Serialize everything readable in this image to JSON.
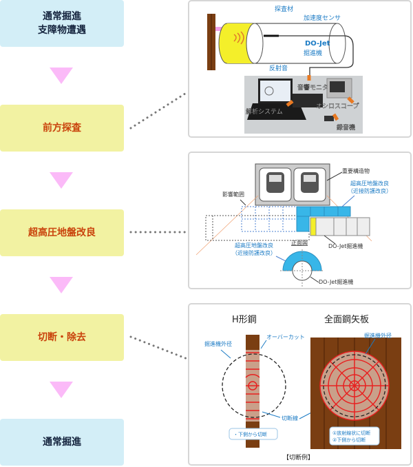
{
  "flow": {
    "steps": [
      {
        "line1": "通常掘進",
        "line2": "支障物遭遇",
        "style": "blue"
      },
      {
        "line1": "前方探査",
        "style": "yellow"
      },
      {
        "line1": "超高圧地盤改良",
        "style": "yellow"
      },
      {
        "line1": "切断・除去",
        "style": "yellow"
      },
      {
        "line1": "通常掘進",
        "style": "blue"
      }
    ],
    "colors": {
      "blue_box": "#d3eef7",
      "yellow_box": "#f2f2a2",
      "arrow": "#fbbaf8",
      "orange_text": "#c9430c",
      "navy_text": "#14233d"
    }
  },
  "panel_exploration": {
    "labels": {
      "probe_material": "探査材",
      "accel_sensor": "加速度センサ",
      "machine": "DO-Jet",
      "machine_sub": "掘進機",
      "reflected_sound": "反射音",
      "audio_monitor": "音響モニタ",
      "analysis_system": "解析システム",
      "oscilloscope": "オシロスコープ",
      "recorder": "録音機"
    }
  },
  "panel_ground_improvement": {
    "labels": {
      "important_structure": "重要構造物",
      "influence_range": "影響範囲",
      "improvement_right_1": "超高圧地盤改良",
      "improvement_right_2": "（近接防護改良）",
      "machine_right": "DO-Jet掘進機",
      "front_view": "正面図",
      "improvement_left_1": "超高圧地盤改良",
      "improvement_left_2": "（近接防護改良）",
      "machine_bottom": "DO-Jet掘進機"
    }
  },
  "panel_cutting": {
    "labels": {
      "h_beam_title": "H形鋼",
      "sheet_pile_title": "全面鋼矢板",
      "overcut": "オーバーカット",
      "machine_diameter_left": "掘進機外径",
      "machine_diameter_right": "掘進機外径",
      "cut_line": "切断線",
      "note_left": "・下側から切断",
      "note_right_1": "①放射線状に切断",
      "note_right_2": "②下側から切断",
      "caption": "【切断例】"
    }
  }
}
